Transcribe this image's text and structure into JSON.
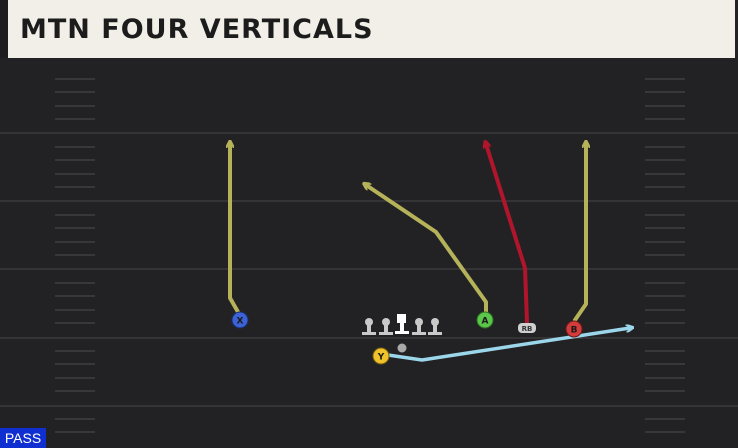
{
  "play": {
    "title": "MTN FOUR VERTICALS",
    "type_badge": "PASS"
  },
  "players": {
    "x": {
      "label": "X",
      "color": "#3b63d6"
    },
    "a": {
      "label": "A",
      "color": "#5cc64a"
    },
    "rb": {
      "label": "RB",
      "color": "#cccccc"
    },
    "b": {
      "label": "B",
      "color": "#d43b3b"
    },
    "y": {
      "label": "Y",
      "color": "#f0c22b"
    }
  },
  "route_colors": {
    "vertical": "#b5b25a",
    "red_route": "#b0152c",
    "y_route": "#9bd6ea"
  }
}
